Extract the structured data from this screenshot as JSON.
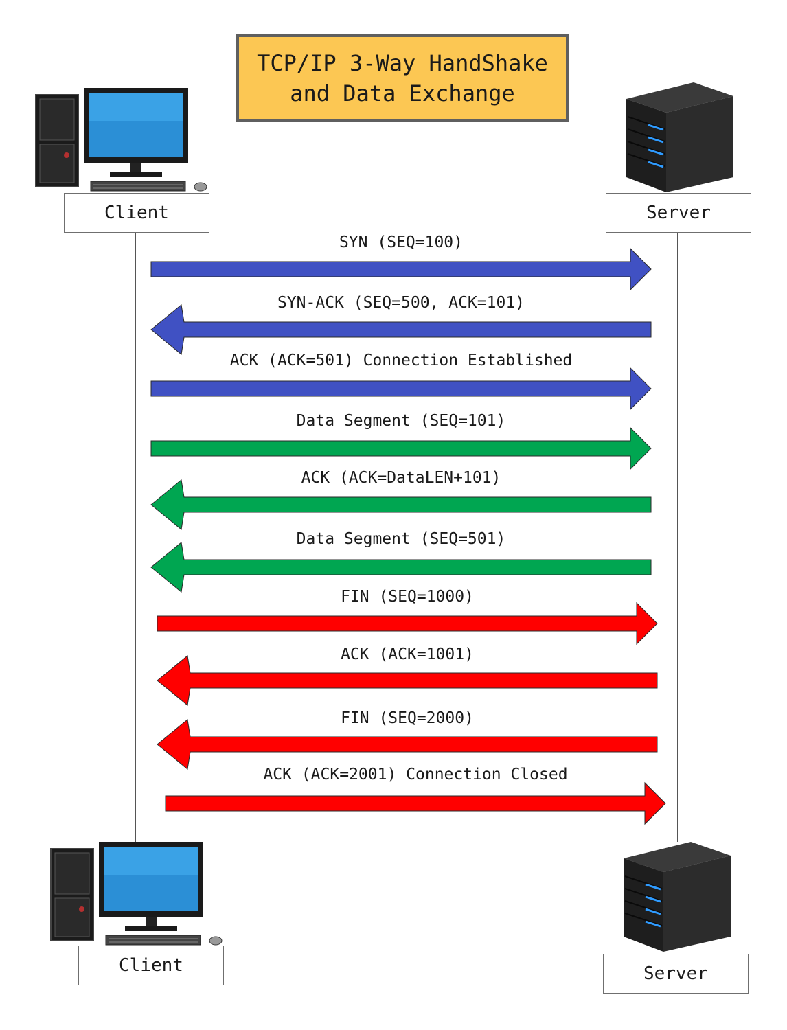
{
  "title": {
    "line1": "TCP/IP 3-Way HandShake",
    "line2": "and Data Exchange"
  },
  "client_top_label": "Client",
  "server_top_label": "Server",
  "client_bottom_label": "Client",
  "server_bottom_label": "Server",
  "colors": {
    "handshake": "#4051c3",
    "data": "#00a651",
    "teardown": "#ff0000"
  },
  "messages": [
    {
      "label": "SYN (SEQ=100)",
      "direction": "right",
      "phase": "handshake"
    },
    {
      "label": "SYN-ACK (SEQ=500, ACK=101)",
      "direction": "left",
      "phase": "handshake"
    },
    {
      "label": "ACK (ACK=501) Connection Established",
      "direction": "right",
      "phase": "handshake"
    },
    {
      "label": "Data Segment (SEQ=101)",
      "direction": "right",
      "phase": "data"
    },
    {
      "label": "ACK (ACK=DataLEN+101)",
      "direction": "left",
      "phase": "data"
    },
    {
      "label": "Data Segment (SEQ=501)",
      "direction": "left",
      "phase": "data"
    },
    {
      "label": "FIN (SEQ=1000)",
      "direction": "right",
      "phase": "teardown"
    },
    {
      "label": "ACK (ACK=1001)",
      "direction": "left",
      "phase": "teardown"
    },
    {
      "label": "FIN (SEQ=2000)",
      "direction": "left",
      "phase": "teardown"
    },
    {
      "label": "ACK (ACK=2001) Connection Closed",
      "direction": "right",
      "phase": "teardown"
    }
  ]
}
